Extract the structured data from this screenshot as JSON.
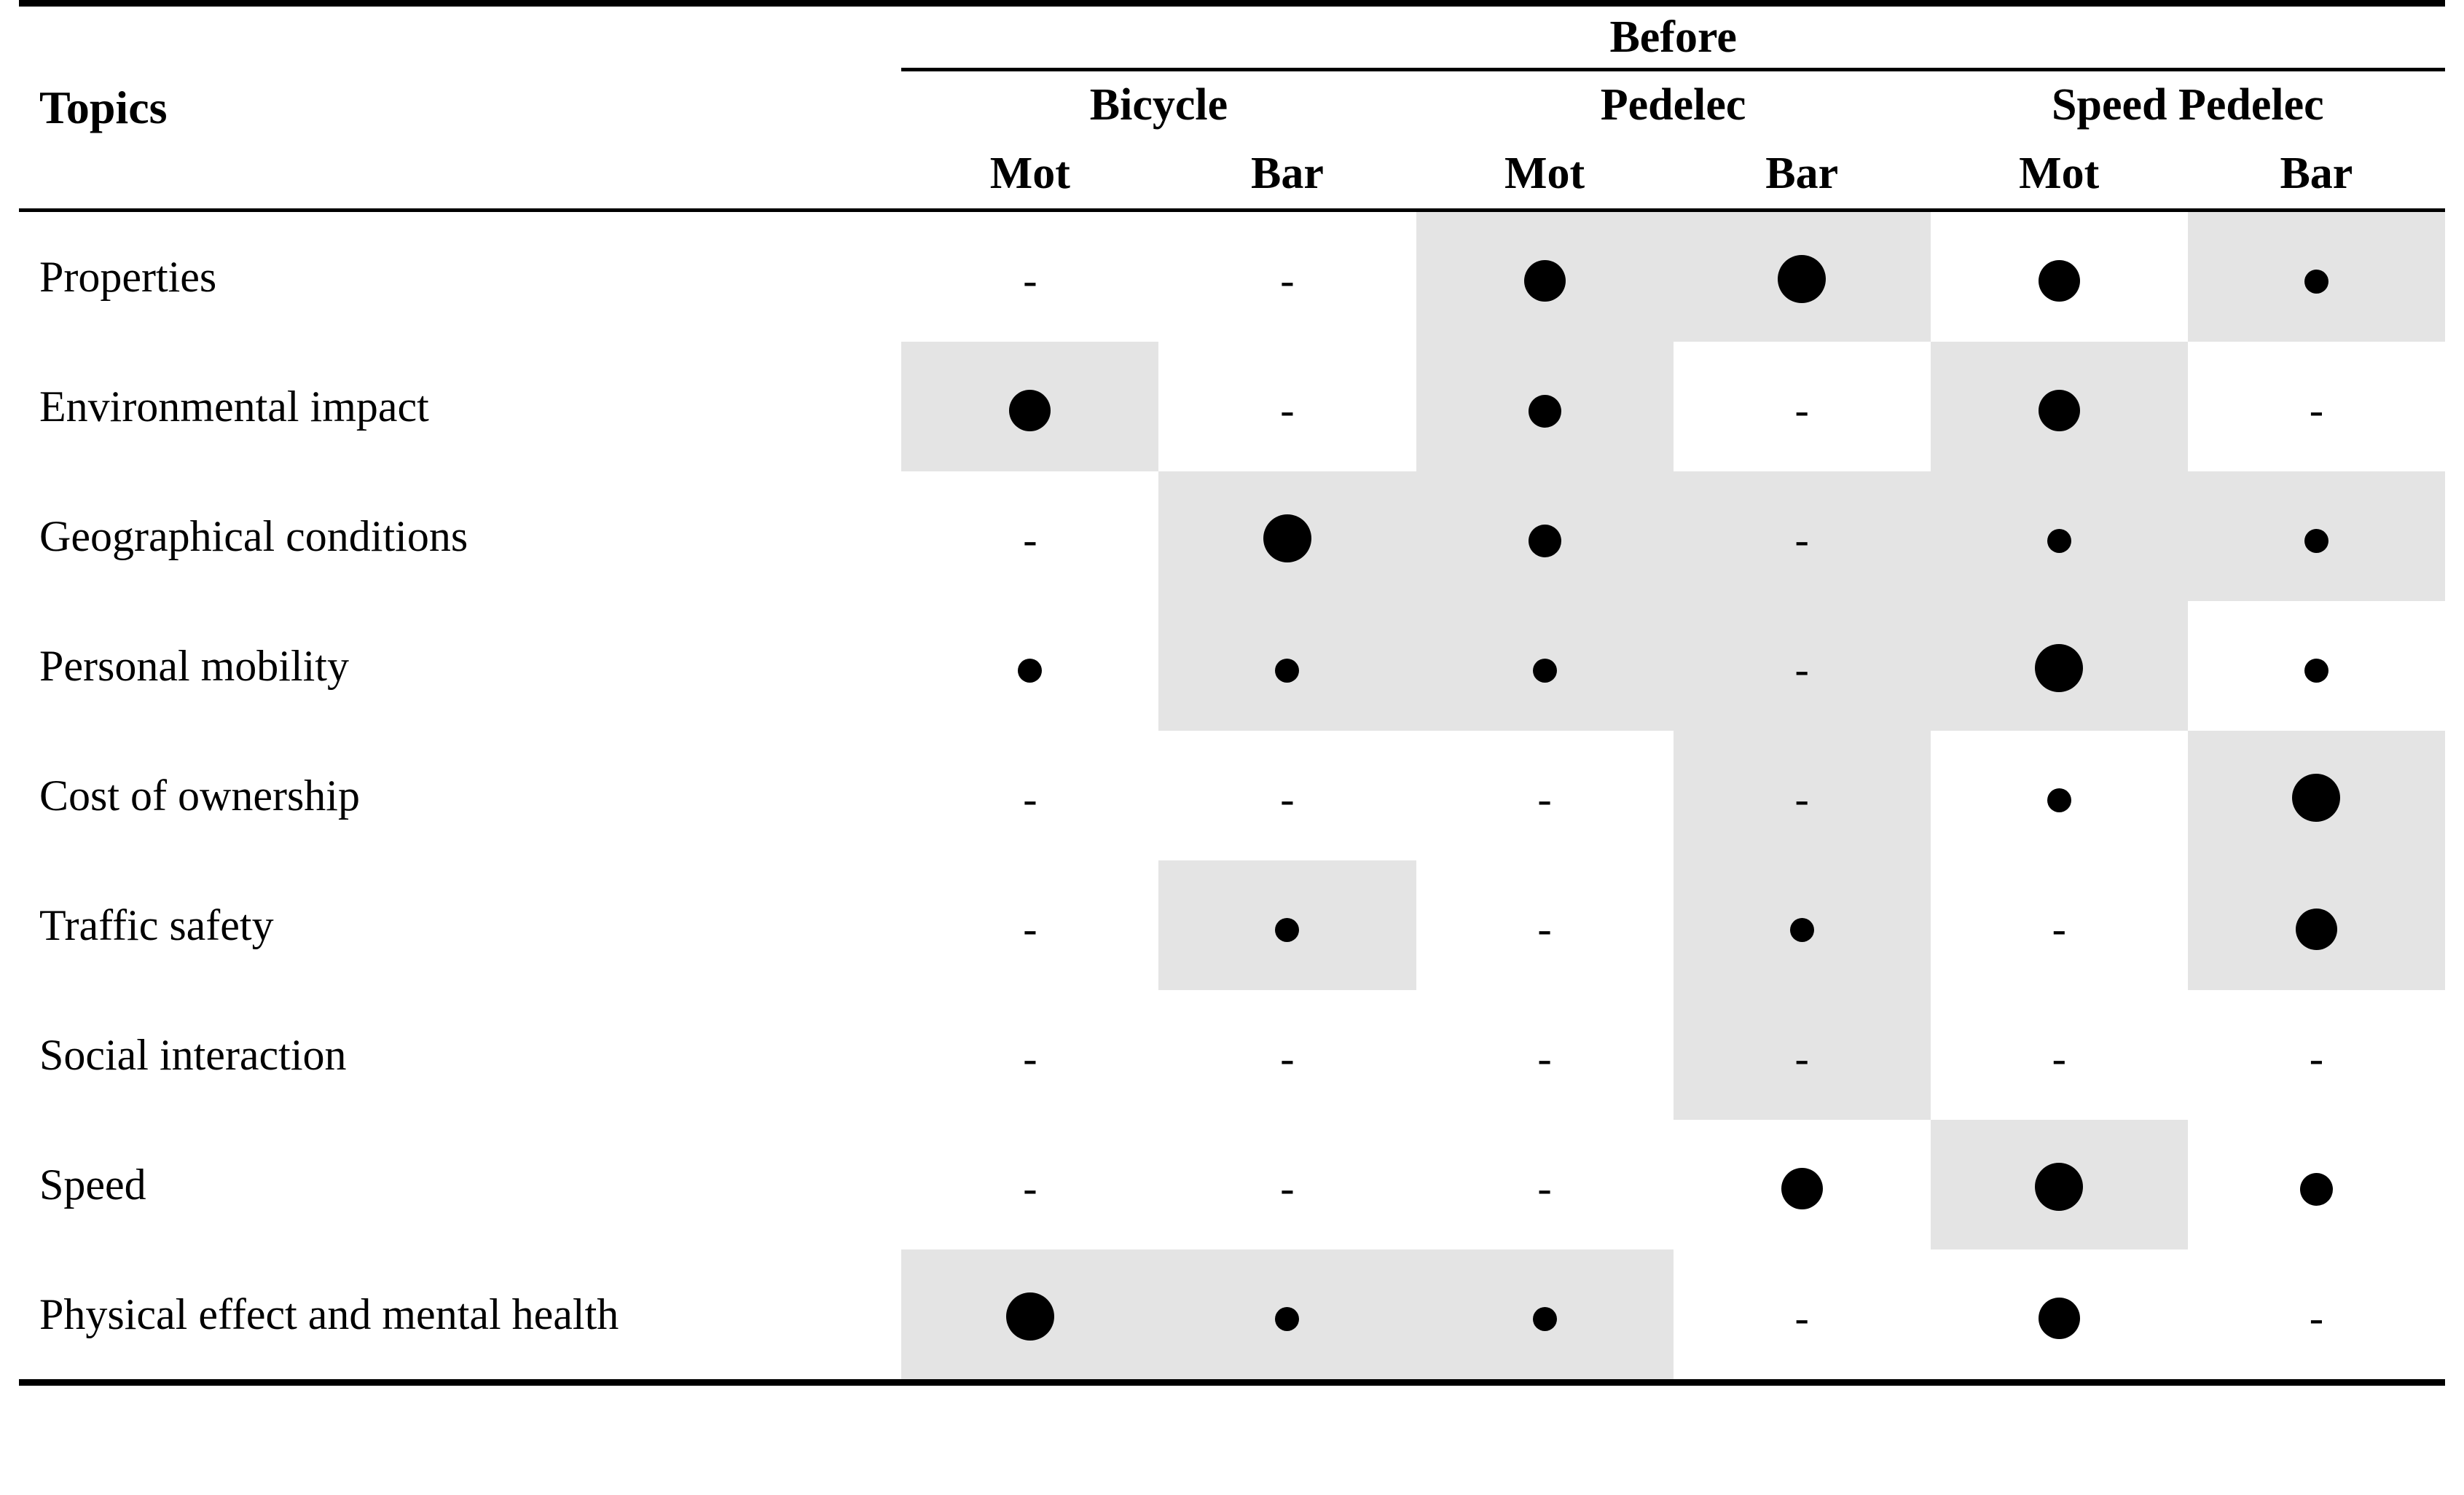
{
  "table": {
    "row_header_label": "Topics",
    "supergroup": "Before",
    "groups": [
      "Bicycle",
      "Pedelec",
      "Speed Pedelec"
    ],
    "subcolumns": [
      "Mot",
      "Bar",
      "Mot",
      "Bar",
      "Mot",
      "Bar"
    ],
    "dash_symbol": "-",
    "shade_color": "#e4e4e4",
    "dot_color": "#000000",
    "rows": [
      {
        "topic": "Properties",
        "cells": [
          {
            "mark": "dash",
            "size": 0,
            "shaded": false
          },
          {
            "mark": "dash",
            "size": 0,
            "shaded": false
          },
          {
            "mark": "dot",
            "size": 3,
            "shaded": true
          },
          {
            "mark": "dot",
            "size": 4,
            "shaded": true
          },
          {
            "mark": "dot",
            "size": 3,
            "shaded": false
          },
          {
            "mark": "dot",
            "size": 1,
            "shaded": true
          }
        ]
      },
      {
        "topic": "Environmental impact",
        "cells": [
          {
            "mark": "dot",
            "size": 3,
            "shaded": true
          },
          {
            "mark": "dash",
            "size": 0,
            "shaded": false
          },
          {
            "mark": "dot",
            "size": 2,
            "shaded": true
          },
          {
            "mark": "dash",
            "size": 0,
            "shaded": false
          },
          {
            "mark": "dot",
            "size": 3,
            "shaded": true
          },
          {
            "mark": "dash",
            "size": 0,
            "shaded": false
          }
        ]
      },
      {
        "topic": "Geographical conditions",
        "cells": [
          {
            "mark": "dash",
            "size": 0,
            "shaded": false
          },
          {
            "mark": "dot",
            "size": 4,
            "shaded": true
          },
          {
            "mark": "dot",
            "size": 2,
            "shaded": true
          },
          {
            "mark": "dash",
            "size": 0,
            "shaded": true
          },
          {
            "mark": "dot",
            "size": 1,
            "shaded": true
          },
          {
            "mark": "dot",
            "size": 1,
            "shaded": true
          }
        ]
      },
      {
        "topic": "Personal mobility",
        "cells": [
          {
            "mark": "dot",
            "size": 1,
            "shaded": false
          },
          {
            "mark": "dot",
            "size": 1,
            "shaded": true
          },
          {
            "mark": "dot",
            "size": 1,
            "shaded": true
          },
          {
            "mark": "dash",
            "size": 0,
            "shaded": true
          },
          {
            "mark": "dot",
            "size": 4,
            "shaded": true
          },
          {
            "mark": "dot",
            "size": 1,
            "shaded": false
          }
        ]
      },
      {
        "topic": "Cost of ownership",
        "cells": [
          {
            "mark": "dash",
            "size": 0,
            "shaded": false
          },
          {
            "mark": "dash",
            "size": 0,
            "shaded": false
          },
          {
            "mark": "dash",
            "size": 0,
            "shaded": false
          },
          {
            "mark": "dash",
            "size": 0,
            "shaded": true
          },
          {
            "mark": "dot",
            "size": 1,
            "shaded": false
          },
          {
            "mark": "dot",
            "size": 4,
            "shaded": true
          }
        ]
      },
      {
        "topic": "Traffic safety",
        "cells": [
          {
            "mark": "dash",
            "size": 0,
            "shaded": false
          },
          {
            "mark": "dot",
            "size": 1,
            "shaded": true
          },
          {
            "mark": "dash",
            "size": 0,
            "shaded": false
          },
          {
            "mark": "dot",
            "size": 1,
            "shaded": true
          },
          {
            "mark": "dash",
            "size": 0,
            "shaded": false
          },
          {
            "mark": "dot",
            "size": 3,
            "shaded": true
          }
        ]
      },
      {
        "topic": "Social interaction",
        "cells": [
          {
            "mark": "dash",
            "size": 0,
            "shaded": false
          },
          {
            "mark": "dash",
            "size": 0,
            "shaded": false
          },
          {
            "mark": "dash",
            "size": 0,
            "shaded": false
          },
          {
            "mark": "dash",
            "size": 0,
            "shaded": true
          },
          {
            "mark": "dash",
            "size": 0,
            "shaded": false
          },
          {
            "mark": "dash",
            "size": 0,
            "shaded": false
          }
        ]
      },
      {
        "topic": "Speed",
        "cells": [
          {
            "mark": "dash",
            "size": 0,
            "shaded": false
          },
          {
            "mark": "dash",
            "size": 0,
            "shaded": false
          },
          {
            "mark": "dash",
            "size": 0,
            "shaded": false
          },
          {
            "mark": "dot",
            "size": 3,
            "shaded": false
          },
          {
            "mark": "dot",
            "size": 4,
            "shaded": true
          },
          {
            "mark": "dot",
            "size": 2,
            "shaded": false
          }
        ]
      },
      {
        "topic": "Physical effect and mental health",
        "cells": [
          {
            "mark": "dot",
            "size": 4,
            "shaded": true
          },
          {
            "mark": "dot",
            "size": 1,
            "shaded": true
          },
          {
            "mark": "dot",
            "size": 1,
            "shaded": true
          },
          {
            "mark": "dash",
            "size": 0,
            "shaded": false
          },
          {
            "mark": "dot",
            "size": 3,
            "shaded": false
          },
          {
            "mark": "dash",
            "size": 0,
            "shaded": false
          }
        ]
      }
    ]
  }
}
